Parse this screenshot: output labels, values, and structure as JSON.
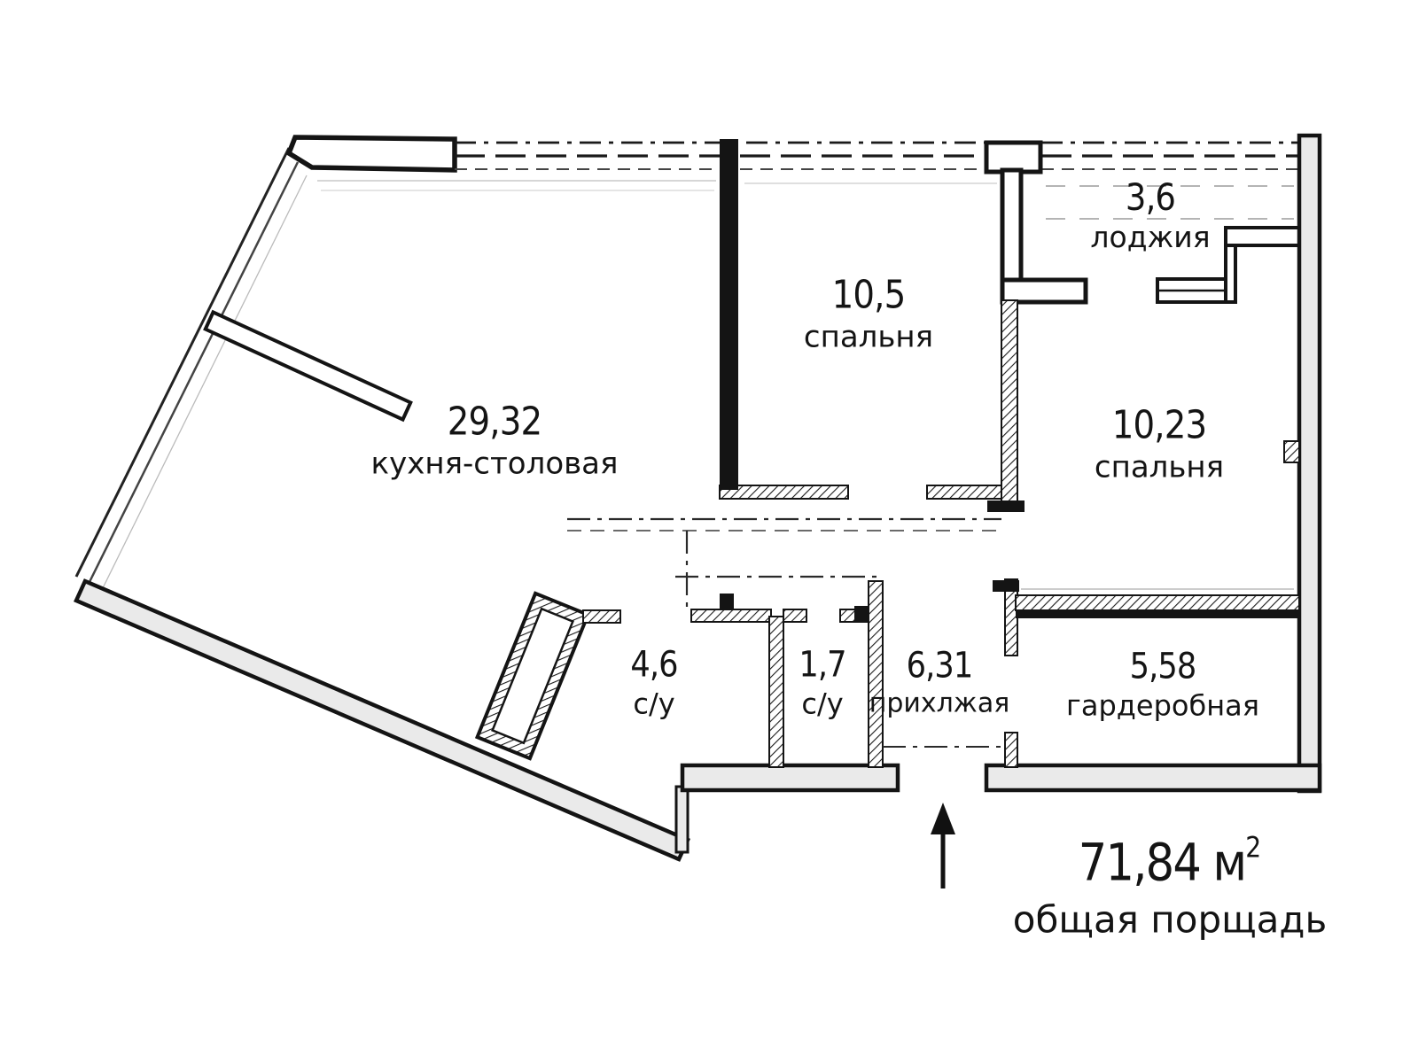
{
  "plan": {
    "rooms": [
      {
        "id": "kitchen-dining",
        "area": "29,32",
        "name": "кухня-столовая"
      },
      {
        "id": "bedroom-1",
        "area": "10,5",
        "name": "спальня"
      },
      {
        "id": "loggia",
        "area": "3,6",
        "name": "лоджия"
      },
      {
        "id": "bedroom-2",
        "area": "10,23",
        "name": "спальня"
      },
      {
        "id": "bathroom-1",
        "area": "4,6",
        "name": "с/у"
      },
      {
        "id": "bathroom-2",
        "area": "1,7",
        "name": "с/у"
      },
      {
        "id": "hallway",
        "area": "6,31",
        "name": "прихлжая"
      },
      {
        "id": "wardrobe",
        "area": "5,58",
        "name": "гардеробная"
      }
    ],
    "total": {
      "value": "71,84",
      "unit": " м",
      "sup": "2",
      "label": "общая порщадь"
    },
    "icons": {
      "entrance_arrow": "up-arrow"
    },
    "colors": {
      "wall_line": "#141414",
      "wall_fill": "#eaeaea",
      "paper": "#ffffff",
      "text": "#141414"
    }
  }
}
